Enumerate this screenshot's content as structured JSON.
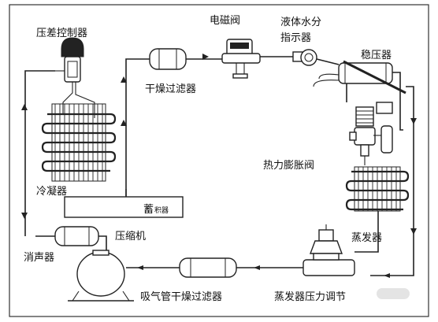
{
  "labels": {
    "pressure_diff_controller": "压差控制器",
    "solenoid_valve": "电磁阀",
    "liquid_moisture_indicator_1": "液体水分",
    "liquid_moisture_indicator_2": "指示器",
    "stabilizer": "稳压器",
    "dryer_filter": "干燥过滤器",
    "thermal_expansion_valve": "热力膨胀阀",
    "condenser": "冷凝器",
    "receiver_big": "蓄",
    "receiver_small": "积器",
    "muffler": "消声器",
    "compressor": "压缩机",
    "evaporator": "蒸发器",
    "suction_dryer_filter": "吸气管干燥过滤器",
    "evap_pressure_regulator": "蒸发器压力调节"
  },
  "colors": {
    "line": "#222222",
    "background": "#ffffff",
    "glare": "#d8d8d8"
  }
}
